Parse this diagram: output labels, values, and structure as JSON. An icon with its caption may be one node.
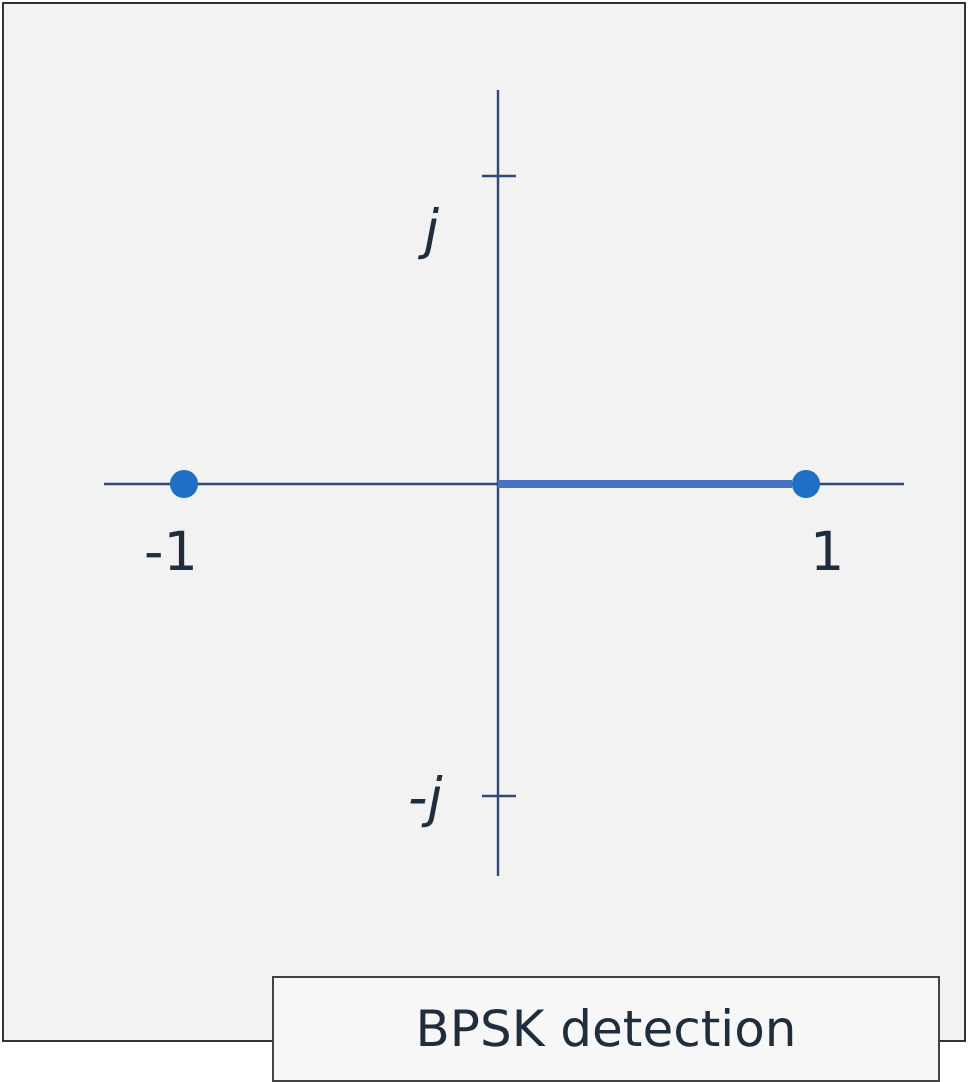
{
  "diagram": {
    "nodes": [
      {
        "text": [],
        "shape": "circle"
      },
      {
        "text": [],
        "shape": "circle"
      },
      {
        "text": [
          "BPSK detection"
        ]
      }
    ],
    "edges": [
      {
        "from": null,
        "to": 1,
        "arrow": "none"
      }
    ],
    "labels": [
      "j",
      "-1",
      "1",
      "-j"
    ]
  }
}
